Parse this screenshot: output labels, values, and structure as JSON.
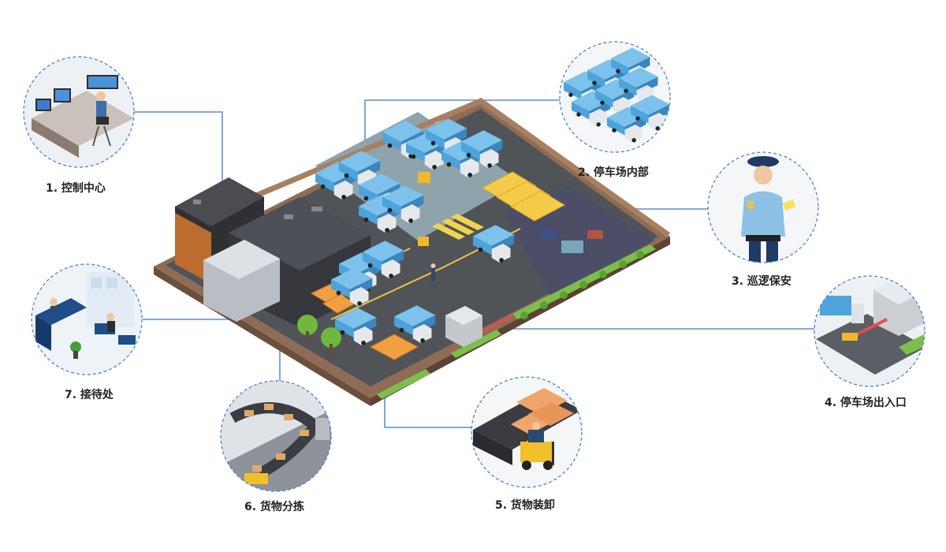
{
  "colors": {
    "accent_line": "#3a78c4",
    "circle_border": "#4a86cf",
    "truck_blue": "#4da3db",
    "ground": "#505358",
    "lawn": "#7cc04b",
    "building": "#3b3d42",
    "wall": "#b48c70",
    "cargo_orange": "#f0a040",
    "container_yellow": "#f5cc4a"
  },
  "nodes": [
    {
      "id": "control",
      "label": "1. 控制中心",
      "icon": "control-room-icon"
    },
    {
      "id": "parking-inner",
      "label": "2. 停车场内部",
      "icon": "parked-trucks-icon"
    },
    {
      "id": "patrol",
      "label": "3. 巡逻保安",
      "icon": "security-guard-icon"
    },
    {
      "id": "gate",
      "label": "4. 停车场出入口",
      "icon": "barrier-gate-icon"
    },
    {
      "id": "loading",
      "label": "5. 货物装卸",
      "icon": "forklift-icon"
    },
    {
      "id": "sorting",
      "label": "6. 货物分拣",
      "icon": "conveyor-icon"
    },
    {
      "id": "reception",
      "label": "7. 接待处",
      "icon": "reception-desk-icon"
    }
  ]
}
